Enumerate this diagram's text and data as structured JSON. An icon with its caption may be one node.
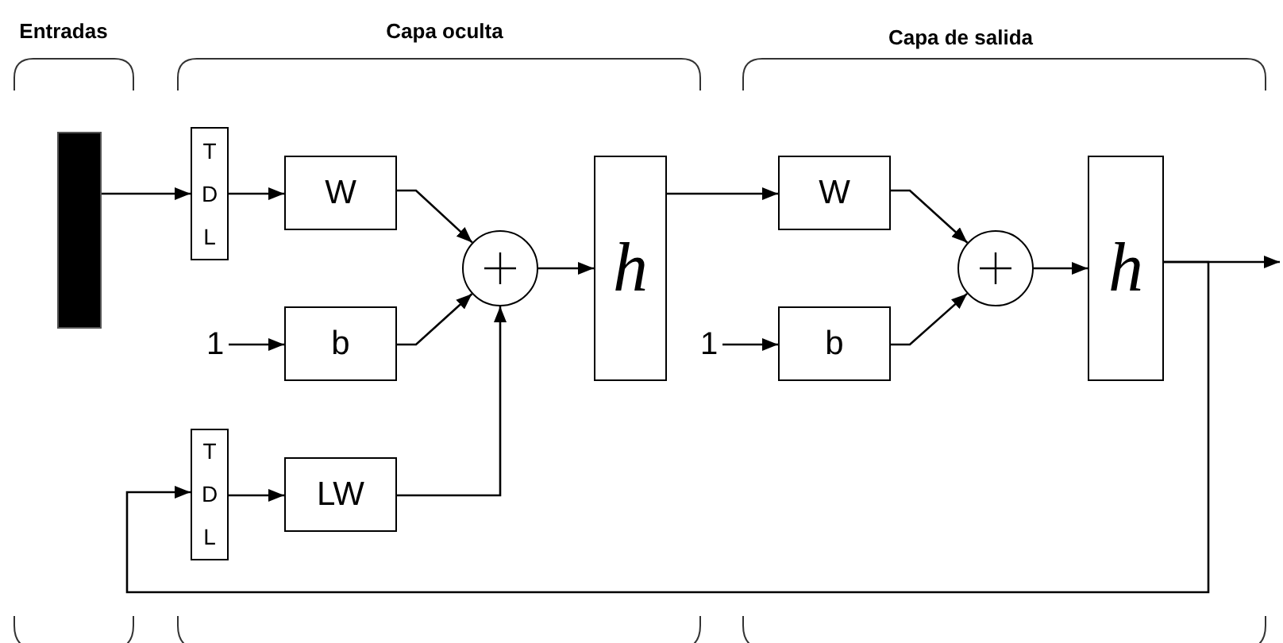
{
  "diagram": {
    "nodes": [
      {
        "text": [],
        "shape": "bar"
      },
      {
        "text": [
          "T D L"
        ]
      },
      {
        "text": [
          "W"
        ]
      },
      {
        "text": [
          "b"
        ]
      },
      {
        "text": [],
        "shape": "circle"
      },
      {
        "text": [
          "h"
        ]
      },
      {
        "text": [
          "T D L"
        ]
      },
      {
        "text": [
          "LW"
        ]
      },
      {
        "text": [
          "W"
        ]
      },
      {
        "text": [
          "b"
        ]
      },
      {
        "text": [],
        "shape": "circle"
      },
      {
        "text": [
          "h"
        ]
      },
      {
        "text": [
          "1"
        ]
      },
      {
        "text": [
          "1"
        ]
      }
    ],
    "edges": [
      {
        "from": 0,
        "to": 1,
        "arrow": "to"
      },
      {
        "from": 1,
        "to": 2,
        "arrow": "to"
      },
      {
        "from": 2,
        "to": 4,
        "arrow": "to"
      },
      {
        "from": 12,
        "to": 3,
        "arrow": "to"
      },
      {
        "from": 3,
        "to": 4,
        "arrow": "to"
      },
      {
        "from": 7,
        "to": 4,
        "arrow": "to"
      },
      {
        "from": 4,
        "to": 5,
        "arrow": "to"
      },
      {
        "from": 6,
        "to": 7,
        "arrow": "to"
      },
      {
        "from": 5,
        "to": 8,
        "arrow": "to"
      },
      {
        "from": 8,
        "to": 10,
        "arrow": "to"
      },
      {
        "from": 13,
        "to": 9,
        "arrow": "to"
      },
      {
        "from": 9,
        "to": 10,
        "arrow": "to"
      },
      {
        "from": 10,
        "to": 11,
        "arrow": "to"
      },
      {
        "from": 11,
        "to": null,
        "arrow": "to"
      },
      {
        "from": 11,
        "to": 6,
        "arrow": "to"
      }
    ],
    "labels": [
      "Entradas",
      "Capa oculta",
      "Capa de salida"
    ]
  }
}
